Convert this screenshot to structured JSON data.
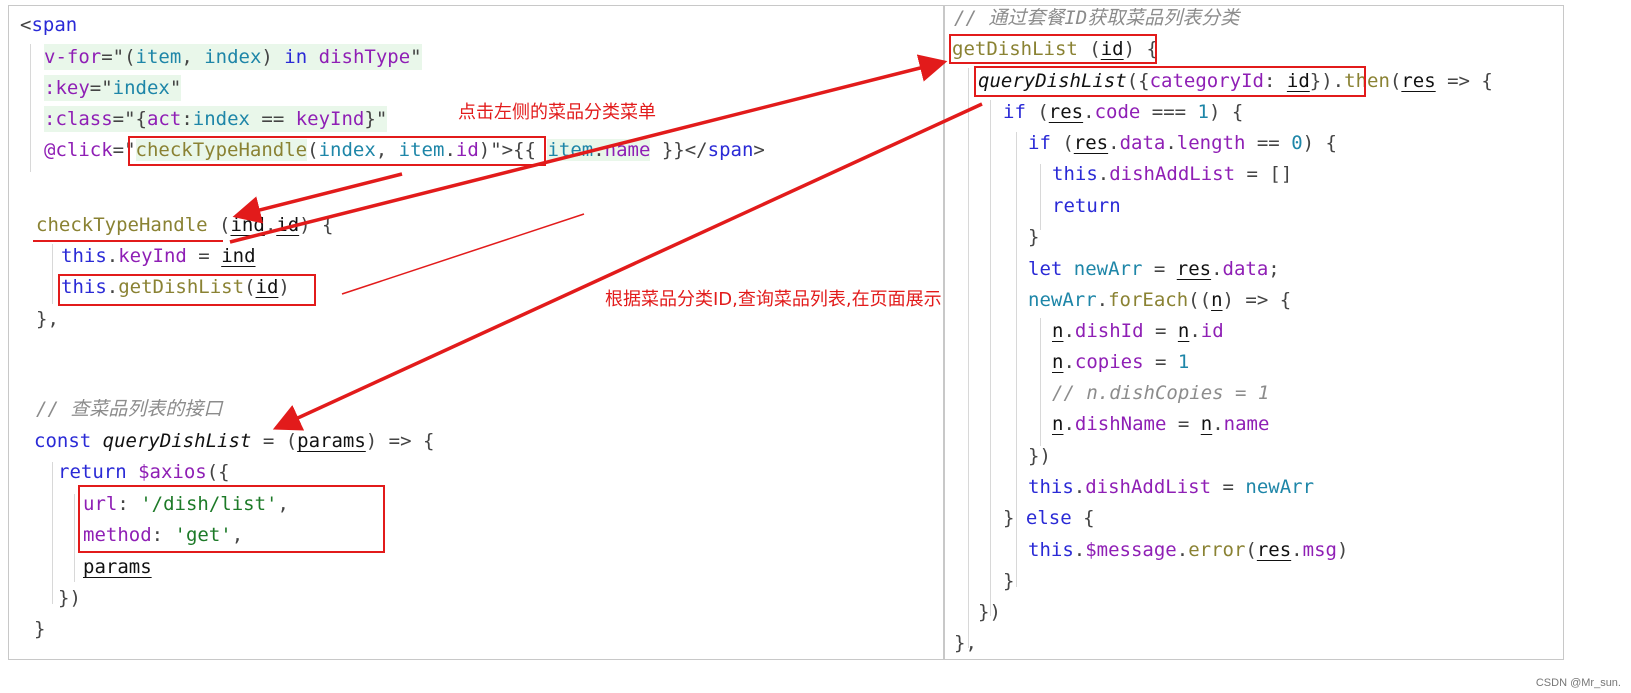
{
  "left_code": [
    [
      [
        "pl",
        "<"
      ],
      [
        "k",
        "span"
      ]
    ],
    [
      [
        "v",
        "v-for"
      ],
      [
        "pl",
        "=\""
      ],
      [
        "pl",
        "("
      ],
      [
        "n",
        "item"
      ],
      [
        "pl",
        ", "
      ],
      [
        "n",
        "index"
      ],
      [
        "pl",
        ") "
      ],
      [
        "k",
        "in"
      ],
      [
        "pl",
        " "
      ],
      [
        "v",
        "dishType"
      ],
      [
        "pl",
        "\""
      ]
    ],
    [
      [
        "v",
        ":key"
      ],
      [
        "pl",
        "=\""
      ],
      [
        "n",
        "index"
      ],
      [
        "pl",
        "\""
      ]
    ],
    [
      [
        "v",
        ":class"
      ],
      [
        "pl",
        "=\""
      ],
      [
        "pl",
        "{"
      ],
      [
        "v",
        "act"
      ],
      [
        "pl",
        ":"
      ],
      [
        "n",
        "index"
      ],
      [
        "pl",
        " == "
      ],
      [
        "v",
        "keyInd"
      ],
      [
        "pl",
        "}"
      ],
      [
        "pl",
        "\""
      ]
    ],
    [
      [
        "v",
        "@click"
      ],
      [
        "pl",
        "=\""
      ],
      [
        "f",
        "checkTypeHandle"
      ],
      [
        "pl",
        "("
      ],
      [
        "n",
        "index"
      ],
      [
        "pl",
        ", "
      ],
      [
        "n",
        "item"
      ],
      [
        "pl",
        "."
      ],
      [
        "v",
        "id"
      ],
      [
        "pl",
        ")\""
      ],
      [
        "pl",
        ">{{ "
      ],
      [
        "n",
        "item"
      ],
      [
        "pl",
        "."
      ],
      [
        "v",
        "name"
      ],
      [
        "pl",
        " }}</"
      ],
      [
        "k",
        "span"
      ],
      [
        "pl",
        ">"
      ]
    ],
    [
      [
        "f",
        "checkTypeHandle"
      ],
      [
        "pl",
        " ("
      ],
      [
        "u",
        "ind"
      ],
      [
        "pl",
        ","
      ],
      [
        "u",
        "id"
      ],
      [
        "pl",
        ") {"
      ]
    ],
    [
      [
        "k",
        "this"
      ],
      [
        "pl",
        "."
      ],
      [
        "v",
        "keyInd"
      ],
      [
        "pl",
        " = "
      ],
      [
        "u",
        "ind"
      ]
    ],
    [
      [
        "k",
        "this"
      ],
      [
        "pl",
        "."
      ],
      [
        "f",
        "getDishList"
      ],
      [
        "pl",
        "("
      ],
      [
        "u",
        "id"
      ],
      [
        "pl",
        ")"
      ]
    ],
    [
      [
        "pl",
        "},"
      ]
    ],
    [
      [
        "c",
        "// 查菜品列表的接口"
      ]
    ],
    [
      [
        "k",
        "const"
      ],
      [
        "pl",
        " "
      ],
      [
        "fi",
        "queryDishList"
      ],
      [
        "pl",
        " = ("
      ],
      [
        "u",
        "params"
      ],
      [
        "pl",
        ") => {"
      ]
    ],
    [
      [
        "k",
        "return"
      ],
      [
        "pl",
        " "
      ],
      [
        "v",
        "$axios"
      ],
      [
        "pl",
        "({"
      ]
    ],
    [
      [
        "v",
        "url"
      ],
      [
        "pl",
        ": "
      ],
      [
        "s",
        "'/dish/list'"
      ],
      [
        "pl",
        ","
      ]
    ],
    [
      [
        "v",
        "method"
      ],
      [
        "pl",
        ": "
      ],
      [
        "s",
        "'get'"
      ],
      [
        "pl",
        ","
      ]
    ],
    [
      [
        "u",
        "params"
      ]
    ],
    [
      [
        "pl",
        "})"
      ]
    ],
    [
      [
        "pl",
        "}"
      ]
    ]
  ],
  "right_code": [
    [
      [
        "c",
        "// 通过套餐ID获取菜品列表分类"
      ]
    ],
    [
      [
        "f",
        "getDishList"
      ],
      [
        "pl",
        " ("
      ],
      [
        "u",
        "id"
      ],
      [
        "pl",
        ") {"
      ]
    ],
    [
      [
        "fi",
        "queryDishList"
      ],
      [
        "pl",
        "({"
      ],
      [
        "v",
        "categoryId"
      ],
      [
        "pl",
        ": "
      ],
      [
        "u",
        "id"
      ],
      [
        "pl",
        "})"
      ],
      [
        "pl",
        "."
      ],
      [
        "f",
        "then"
      ],
      [
        "pl",
        "("
      ],
      [
        "u",
        "res"
      ],
      [
        "pl",
        " => {"
      ]
    ],
    [
      [
        "k",
        "if"
      ],
      [
        "pl",
        " ("
      ],
      [
        "u",
        "res"
      ],
      [
        "pl",
        "."
      ],
      [
        "v",
        "code"
      ],
      [
        "pl",
        " === "
      ],
      [
        "n",
        "1"
      ],
      [
        "pl",
        ") {"
      ]
    ],
    [
      [
        "k",
        "if"
      ],
      [
        "pl",
        " ("
      ],
      [
        "u",
        "res"
      ],
      [
        "pl",
        "."
      ],
      [
        "v",
        "data"
      ],
      [
        "pl",
        "."
      ],
      [
        "v",
        "length"
      ],
      [
        "pl",
        " == "
      ],
      [
        "n",
        "0"
      ],
      [
        "pl",
        ") {"
      ]
    ],
    [
      [
        "k",
        "this"
      ],
      [
        "pl",
        "."
      ],
      [
        "v",
        "dishAddList"
      ],
      [
        "pl",
        " = []"
      ]
    ],
    [
      [
        "k",
        "return"
      ]
    ],
    [
      [
        "pl",
        "}"
      ]
    ],
    [
      [
        "k",
        "let"
      ],
      [
        "pl",
        " "
      ],
      [
        "n",
        "newArr"
      ],
      [
        "pl",
        " = "
      ],
      [
        "u",
        "res"
      ],
      [
        "pl",
        "."
      ],
      [
        "v",
        "data"
      ],
      [
        "pl",
        ";"
      ]
    ],
    [
      [
        "n",
        "newArr"
      ],
      [
        "pl",
        "."
      ],
      [
        "f",
        "forEach"
      ],
      [
        "pl",
        "(("
      ],
      [
        "u",
        "n"
      ],
      [
        "pl",
        ") => {"
      ]
    ],
    [
      [
        "u",
        "n"
      ],
      [
        "pl",
        "."
      ],
      [
        "v",
        "dishId"
      ],
      [
        "pl",
        " = "
      ],
      [
        "u",
        "n"
      ],
      [
        "pl",
        "."
      ],
      [
        "v",
        "id"
      ]
    ],
    [
      [
        "u",
        "n"
      ],
      [
        "pl",
        "."
      ],
      [
        "v",
        "copies"
      ],
      [
        "pl",
        " = "
      ],
      [
        "n",
        "1"
      ]
    ],
    [
      [
        "c",
        "// n.dishCopies = 1"
      ]
    ],
    [
      [
        "u",
        "n"
      ],
      [
        "pl",
        "."
      ],
      [
        "v",
        "dishName"
      ],
      [
        "pl",
        " = "
      ],
      [
        "u",
        "n"
      ],
      [
        "pl",
        "."
      ],
      [
        "v",
        "name"
      ]
    ],
    [
      [
        "pl",
        "})"
      ]
    ],
    [
      [
        "k",
        "this"
      ],
      [
        "pl",
        "."
      ],
      [
        "v",
        "dishAddList"
      ],
      [
        "pl",
        " = "
      ],
      [
        "n",
        "newArr"
      ]
    ],
    [
      [
        "pl",
        "} "
      ],
      [
        "k",
        "else"
      ],
      [
        "pl",
        " {"
      ]
    ],
    [
      [
        "k",
        "this"
      ],
      [
        "pl",
        "."
      ],
      [
        "v",
        "$message"
      ],
      [
        "pl",
        "."
      ],
      [
        "f",
        "error"
      ],
      [
        "pl",
        "("
      ],
      [
        "u",
        "res"
      ],
      [
        "pl",
        "."
      ],
      [
        "v",
        "msg"
      ],
      [
        "pl",
        ")"
      ]
    ],
    [
      [
        "pl",
        "}"
      ]
    ],
    [
      [
        "pl",
        "})"
      ]
    ],
    [
      [
        "pl",
        "},"
      ]
    ]
  ],
  "annotations": {
    "click_menu": "点击左侧的菜品分类菜单",
    "query_by_id": "根据菜品分类ID,查询菜品列表,在页面展示"
  },
  "watermark": "CSDN @Mr_sun.",
  "colors": {
    "annotation_red": "#e21b1b",
    "keyword_blue": "#2a2ad6",
    "function_olive": "#8a8233",
    "property_purple": "#8f1fb5",
    "string_green": "#1d7a28",
    "identifier_teal": "#1e86a8",
    "comment_gray": "#8c8c8c"
  }
}
